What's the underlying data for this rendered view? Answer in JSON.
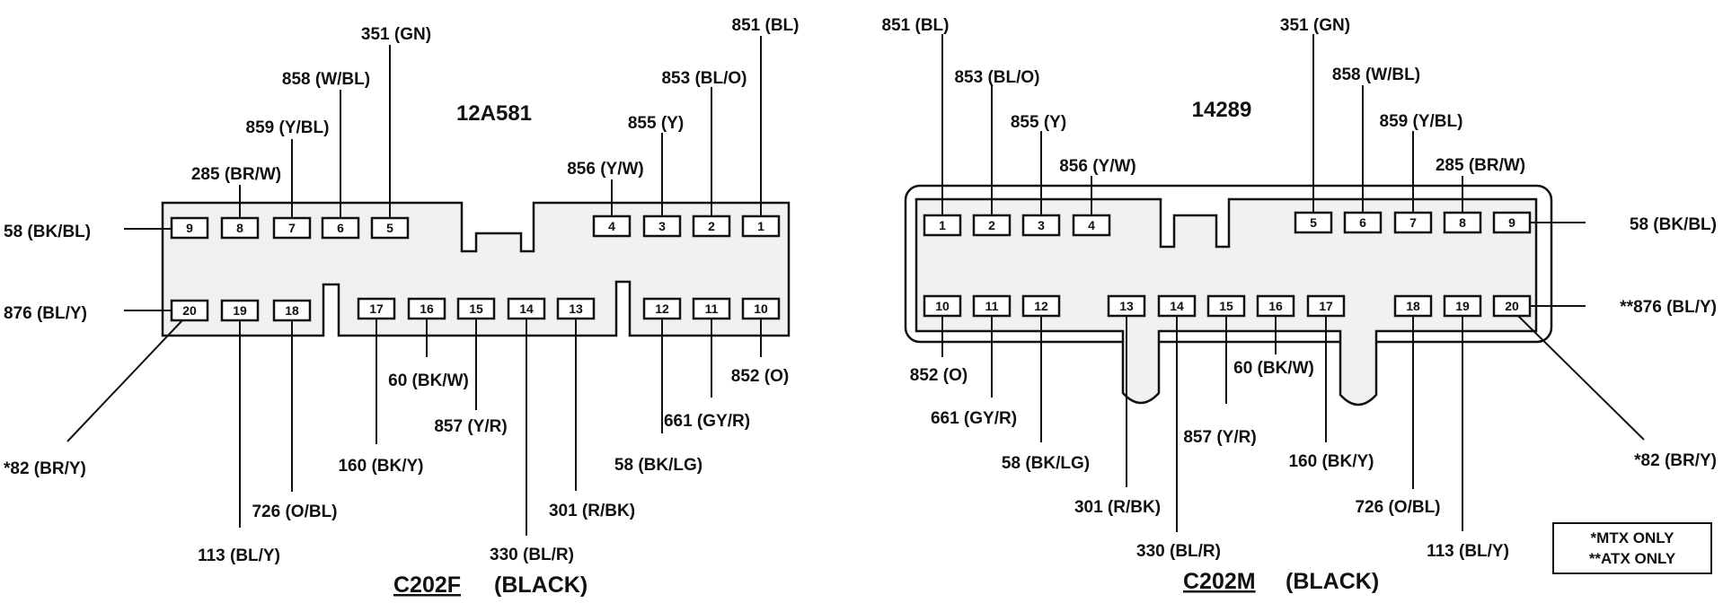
{
  "legend": {
    "mtx": "*MTX ONLY",
    "atx": "**ATX  ONLY"
  },
  "connectors": [
    {
      "id": "left",
      "part_number": "12A581",
      "name": "C202F",
      "color": "(BLACK)",
      "pins": [
        {
          "n": "9",
          "label": "58 (BK/BL)"
        },
        {
          "n": "8",
          "label": "285 (BR/W)"
        },
        {
          "n": "7",
          "label": "859 (Y/BL)"
        },
        {
          "n": "6",
          "label": "858 (W/BL)"
        },
        {
          "n": "5",
          "label": "351 (GN)"
        },
        {
          "n": "4",
          "label": "856 (Y/W)"
        },
        {
          "n": "3",
          "label": "855 (Y)"
        },
        {
          "n": "2",
          "label": "853 (BL/O)"
        },
        {
          "n": "1",
          "label": "851 (BL)"
        },
        {
          "n": "20",
          "label": "876 (BL/Y)"
        },
        {
          "n": "19",
          "label": "113 (BL/Y)"
        },
        {
          "n": "18",
          "label": "726 (O/BL)"
        },
        {
          "n": "17",
          "label": "160 (BK/Y)"
        },
        {
          "n": "16",
          "label": "60 (BK/W)"
        },
        {
          "n": "15",
          "label": "857 (Y/R)"
        },
        {
          "n": "14",
          "label": "330 (BL/R)"
        },
        {
          "n": "13",
          "label": "301 (R/BK)"
        },
        {
          "n": "12",
          "label": "58 (BK/LG)"
        },
        {
          "n": "11",
          "label": "661 (GY/R)"
        },
        {
          "n": "10",
          "label": "852 (O)"
        },
        {
          "n": "",
          "label": "*82 (BR/Y)"
        }
      ]
    },
    {
      "id": "right",
      "part_number": "14289",
      "name": "C202M",
      "color": "(BLACK)",
      "pins": [
        {
          "n": "1",
          "label": "851 (BL)"
        },
        {
          "n": "2",
          "label": "853 (BL/O)"
        },
        {
          "n": "3",
          "label": "855 (Y)"
        },
        {
          "n": "4",
          "label": "856 (Y/W)"
        },
        {
          "n": "5",
          "label": "351 (GN)"
        },
        {
          "n": "6",
          "label": "858 (W/BL)"
        },
        {
          "n": "7",
          "label": "859 (Y/BL)"
        },
        {
          "n": "8",
          "label": "285 (BR/W)"
        },
        {
          "n": "9",
          "label": "58 (BK/BL)"
        },
        {
          "n": "10",
          "label": "852 (O)"
        },
        {
          "n": "11",
          "label": "661 (GY/R)"
        },
        {
          "n": "12",
          "label": "58 (BK/LG)"
        },
        {
          "n": "13",
          "label": "301 (R/BK)"
        },
        {
          "n": "14",
          "label": "330 (BL/R)"
        },
        {
          "n": "15",
          "label": "857 (Y/R)"
        },
        {
          "n": "16",
          "label": "60 (BK/W)"
        },
        {
          "n": "17",
          "label": "160 (BK/Y)"
        },
        {
          "n": "18",
          "label": "726 (O/BL)"
        },
        {
          "n": "19",
          "label": "113 (BL/Y)"
        },
        {
          "n": "20",
          "label": "**876 (BL/Y)"
        },
        {
          "n": "",
          "label": "*82 (BR/Y)"
        }
      ]
    }
  ]
}
